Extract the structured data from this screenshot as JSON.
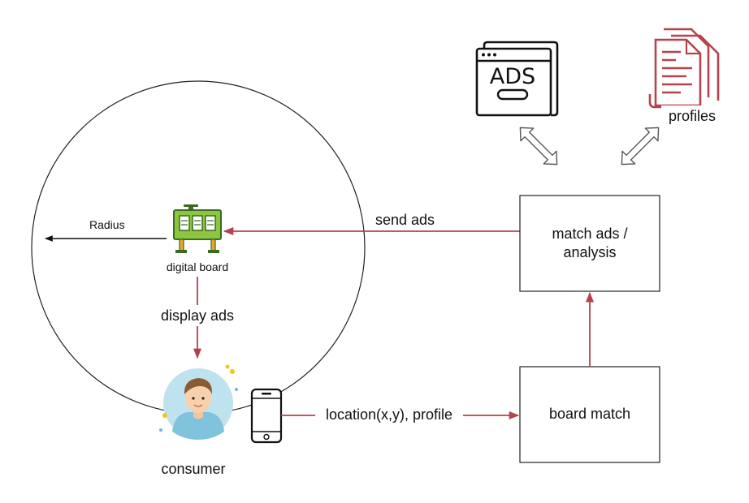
{
  "labels": {
    "radius": "Radius",
    "digital_board": "digital board",
    "display_ads": "display ads",
    "send_ads": "send ads",
    "consumer": "consumer",
    "location_profile": "location(x,y), profile",
    "profiles": "profiles",
    "ads_screen": "ADS"
  },
  "boxes": {
    "match_ads_line1": "match ads /",
    "match_ads_line2": "analysis",
    "board_match": "board match"
  },
  "icons": {
    "ads_window": "ads-window-icon",
    "profiles_documents": "documents-icon",
    "digital_board": "digital-billboard-icon",
    "consumer_avatar": "user-avatar-icon",
    "smartphone": "smartphone-icon"
  },
  "colors": {
    "arrow_red": "#b5424d",
    "profiles_red": "#b5424d",
    "board_green": "#8cc63f",
    "board_dark": "#3a6b1f",
    "avatar_bg": "#bfe3ee",
    "dots_yellow": "#f5c518"
  }
}
